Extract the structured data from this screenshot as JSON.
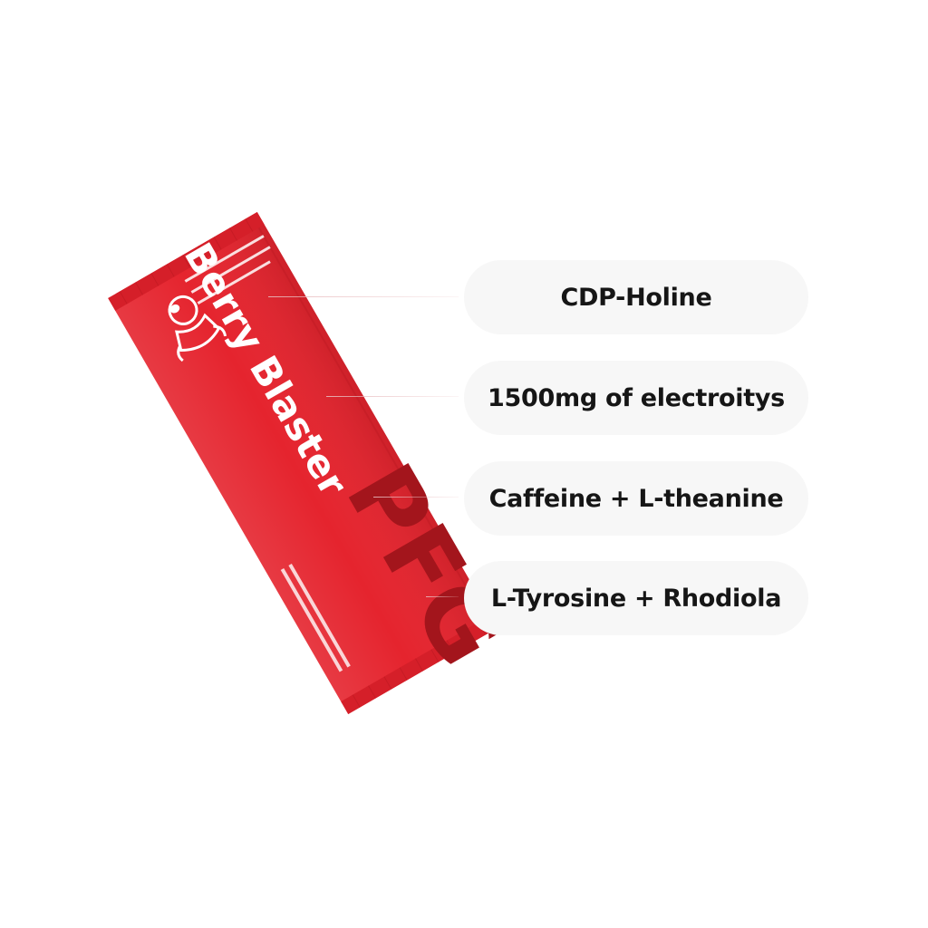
{
  "product": {
    "flavor_title": "Berry Blaster",
    "brand": "PFG",
    "colors": {
      "packet": "#e5242e",
      "packet_dark": "#c81a24",
      "brand_text": "#a3151c",
      "print": "#ffffff"
    }
  },
  "callouts": [
    {
      "label": "CDP-Holine"
    },
    {
      "label": "1500mg of electroitys"
    },
    {
      "label": "Caffeine + L-theanine"
    },
    {
      "label": "L-Tyrosine + Rhodiola"
    }
  ],
  "colors": {
    "pill_bg": "#f7f7f7",
    "pill_text": "#161616",
    "connector": "#e8b9bc"
  }
}
